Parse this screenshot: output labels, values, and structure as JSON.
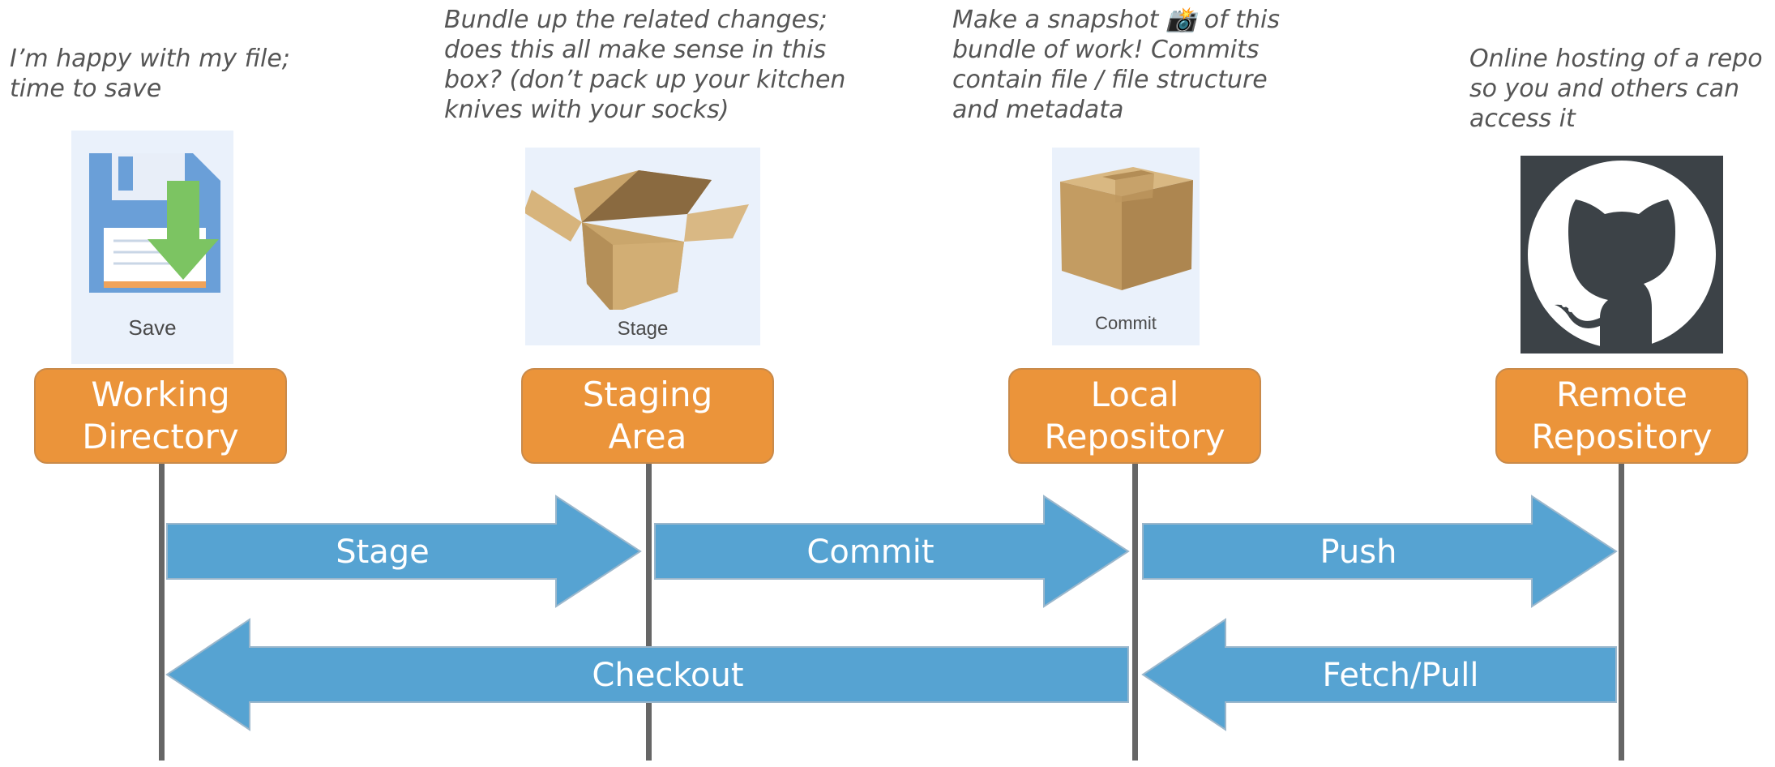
{
  "descriptions": {
    "working": "I’m happy with my file;\ntime to save",
    "staging": "Bundle up the related changes;\ndoes this all make sense in this\nbox? (don’t pack up your kitchen\nknives with your socks)",
    "local": "Make a snapshot 📸 of this\nbundle of work! Commits\ncontain file / file structure\nand metadata",
    "remote": "Online hosting of a repo\nso you and others can\naccess it"
  },
  "icons": {
    "save": {
      "name": "floppy-disk-save-icon",
      "caption": "Save"
    },
    "stage": {
      "name": "open-box-icon",
      "caption": "Stage"
    },
    "commit": {
      "name": "closed-box-icon",
      "caption": "Commit"
    },
    "remote": {
      "name": "github-octocat-icon"
    }
  },
  "stages": {
    "working": "Working\nDirectory",
    "staging": "Staging\nArea",
    "local": "Local\nRepository",
    "remote": "Remote\nRepository"
  },
  "arrows": {
    "stage": "Stage",
    "commit": "Commit",
    "push": "Push",
    "checkout": "Checkout",
    "fetch_pull": "Fetch/Pull"
  },
  "colors": {
    "stage_box": "#eb943a",
    "arrow": "#56a3d2",
    "lane": "#666666",
    "description_text": "#555555"
  }
}
